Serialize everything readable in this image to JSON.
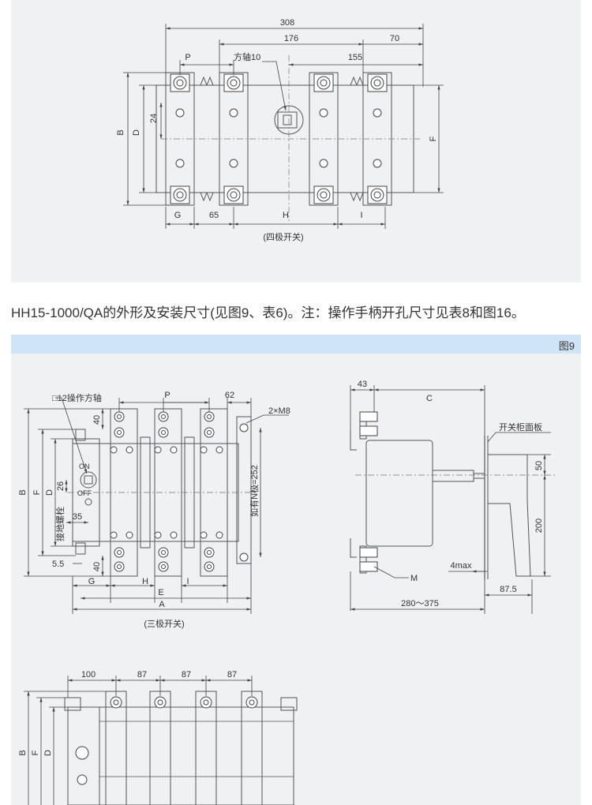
{
  "fig1": {
    "dim_total": "308",
    "dim_176": "176",
    "dim_70": "70",
    "dim_155": "155",
    "dim_p": "P",
    "label_shaft": "方轴10",
    "dim_24": "24",
    "dim_b": "B",
    "dim_d": "D",
    "dim_f": "F",
    "dim_g": "G",
    "dim_65": "65",
    "dim_h": "H",
    "dim_i": "I",
    "subtitle": "(四极开关)"
  },
  "caption": "HH15-1000/QA的外形及安装尺寸(见图9、表6)。注：操作手柄开孔尺寸见表8和图16。",
  "fig_label": "图9",
  "fig2": {
    "label_shaft": "□12操作方轴",
    "dim_p": "P",
    "dim_62": "62",
    "dim_2m8": "2×M8",
    "dim_40_top": "40",
    "dim_40_bot": "40",
    "dim_26": "26",
    "dim_35": "35",
    "dim_55": "5.5",
    "label_on": "ON",
    "label_off": "OFF",
    "label_ground": "接地螺栓",
    "label_nb": "如有N极=252",
    "dim_b": "B",
    "dim_f": "F",
    "dim_d": "D",
    "dim_g": "G",
    "dim_h": "H",
    "dim_i": "I",
    "dim_e": "E",
    "dim_a": "A",
    "subtitle": "(三极开关)"
  },
  "fig3": {
    "dim_43": "43",
    "dim_c": "C",
    "label_panel": "开关柜面板",
    "dim_50": "50",
    "dim_200": "200",
    "dim_4max": "4max",
    "dim_m": "M",
    "dim_875": "87.5",
    "dim_range": "280～375"
  },
  "fig4": {
    "dim_100": "100",
    "dim_87a": "87",
    "dim_87b": "87",
    "dim_87c": "87",
    "dim_b": "B",
    "dim_f": "F",
    "dim_d": "D"
  },
  "colors": {
    "panel_bg": "#f0f1f3",
    "header_blue": "#cfe5f6",
    "body_gradient_top": "#e8eff7",
    "body_gradient_bottom": "#cfe3f5",
    "line": "#555555"
  }
}
